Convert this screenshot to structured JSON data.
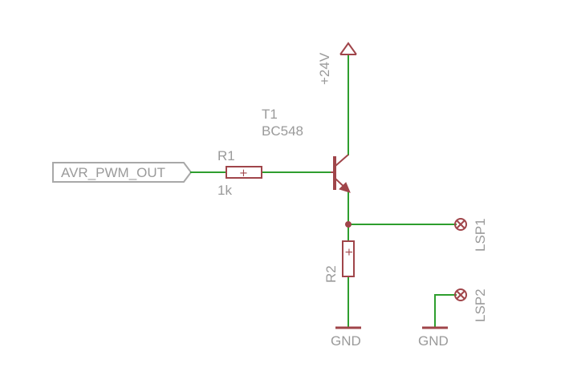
{
  "schematic": {
    "port": {
      "label": "AVR_PWM_OUT"
    },
    "resistor1": {
      "name": "R1",
      "value": "1k",
      "polarity_mark": "+"
    },
    "resistor2": {
      "name": "R2",
      "polarity_mark": "+"
    },
    "transistor": {
      "name": "T1",
      "value": "BC548"
    },
    "supply": {
      "label": "+24V",
      "icon": "supply-arrow-icon"
    },
    "ground1": {
      "label": "GND",
      "icon": "ground-icon"
    },
    "ground2": {
      "label": "GND",
      "icon": "ground-icon"
    },
    "connector1": {
      "name": "LSP1",
      "icon": "pad-x-icon"
    },
    "connector2": {
      "name": "LSP2",
      "icon": "pad-x-icon"
    },
    "colors": {
      "wire": "#2e9e2e",
      "symbol": "#a0454a",
      "label": "#9a9a9a",
      "port_outline": "#a8a8a8"
    }
  }
}
